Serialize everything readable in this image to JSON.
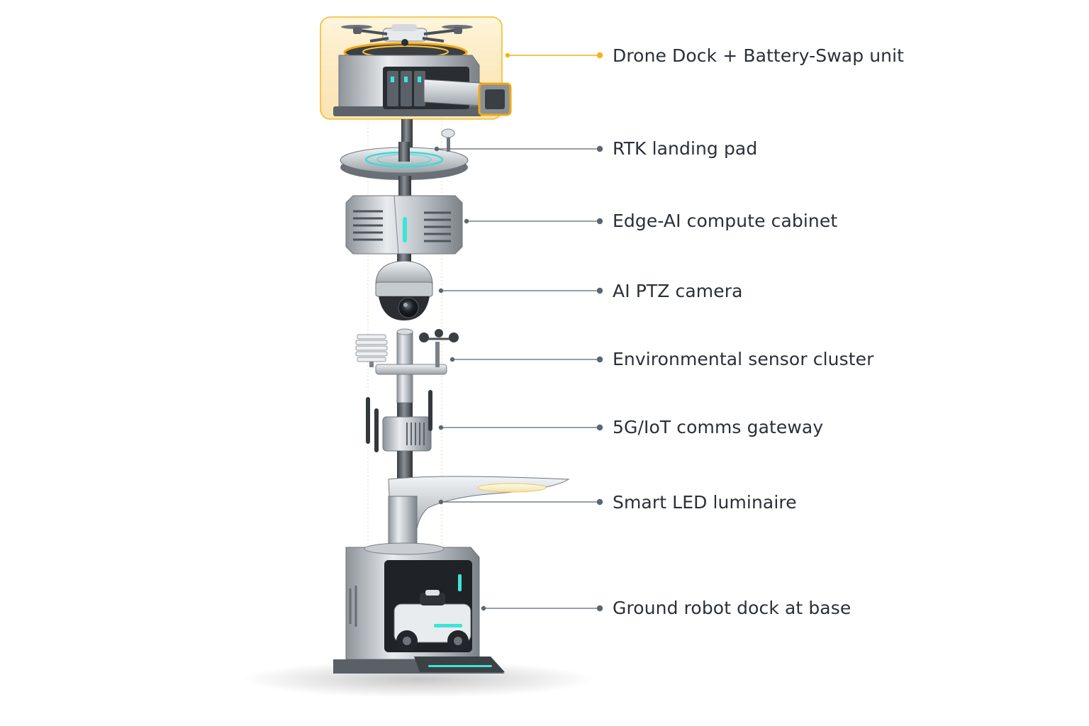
{
  "diagram": {
    "accent_color": "#f2b418",
    "led_color": "#37e0dc",
    "leader_color": "#5b6670",
    "labels": [
      {
        "id": "drone-dock",
        "text": "Drone Dock + Battery-Swap unit",
        "highlighted": true
      },
      {
        "id": "rtk-pad",
        "text": "RTK landing pad"
      },
      {
        "id": "edge-ai",
        "text": "Edge-AI compute cabinet"
      },
      {
        "id": "ptz-camera",
        "text": "AI PTZ camera"
      },
      {
        "id": "env-sensors",
        "text": "Environmental sensor cluster"
      },
      {
        "id": "comms-gateway",
        "text": "5G/IoT comms gateway"
      },
      {
        "id": "led-luminaire",
        "text": "Smart LED luminaire"
      },
      {
        "id": "robot-dock",
        "text": "Ground robot dock at base"
      }
    ]
  }
}
